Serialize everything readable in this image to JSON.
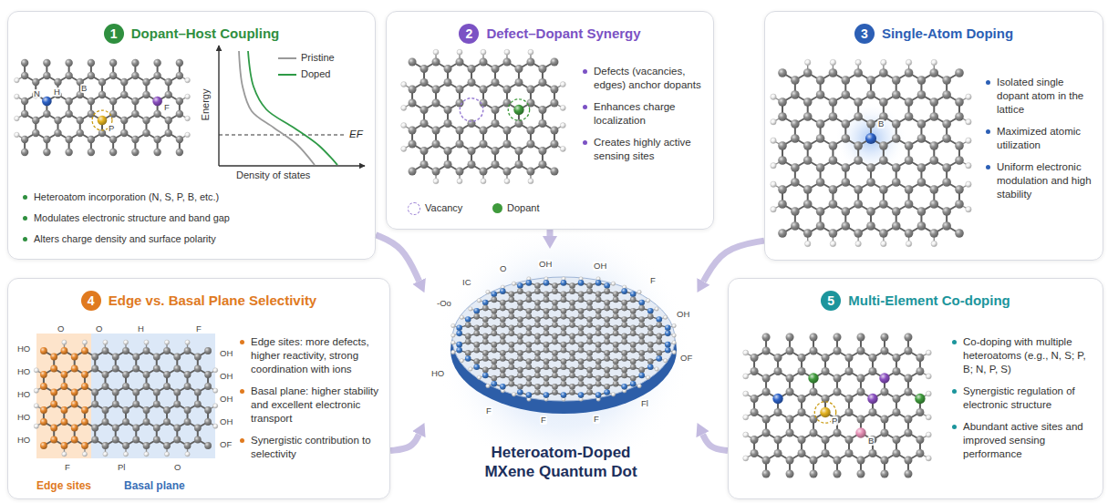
{
  "diagram": {
    "nodes": [
      {
        "text": [
          "1",
          "Dopant–Host Coupling",
          "Heteroatom incorporation (N, S, P, B, etc.)",
          "Modulates electronic structure and band gap",
          "Alters charge density and surface polarity"
        ]
      },
      {
        "text": [
          "2",
          "Defect–Dopant Synergy",
          "Defects (vacancies, edges) anchor dopants",
          "Enhances charge localization",
          "Creates highly active sensing sites"
        ]
      },
      {
        "text": [
          "3",
          "Single-Atom Doping",
          "Isolated single dopant atom in the lattice",
          "Maximized atomic utilization",
          "Uniform electronic modulation and high stability"
        ]
      },
      {
        "text": [
          "Heteroatom-Doped MXene Quantum Dot"
        ]
      },
      {
        "text": [
          "4",
          "Edge vs. Basal Plane Selectivity",
          "Edge sites: more defects, higher reactivity, strong coordination with ions",
          "Basal plane: higher stability and excellent electronic transport",
          "Synergistic contribution to selectivity"
        ]
      },
      {
        "text": [
          "5",
          "Multi-Element Co-doping",
          "Co-doping with multiple heteroatoms (e.g., N, S; P, B; N, P, S)",
          "Synergistic regulation of electronic structure",
          "Abundant active sites and improved sensing performance"
        ]
      }
    ],
    "edges": [
      {
        "from": 0,
        "to": 3,
        "arrow": "to"
      },
      {
        "from": 1,
        "to": 3,
        "arrow": "to"
      },
      {
        "from": 2,
        "to": 3,
        "arrow": "to"
      },
      {
        "from": 4,
        "to": 3,
        "arrow": "to"
      },
      {
        "from": 5,
        "to": 3,
        "arrow": "to"
      }
    ],
    "labels": [
      "N",
      "H",
      "B",
      "P",
      "F",
      "Energy",
      "Density of states",
      "EF",
      "B",
      "-Oo",
      "IC",
      "O",
      "OH",
      "OH",
      "F",
      "OH",
      "OF",
      "Fl",
      "F",
      "F",
      "F",
      "HO",
      "HO",
      "HO",
      "HO",
      "HO",
      "HO",
      "O",
      "O",
      "H",
      "F",
      "OH",
      "OH",
      "OH",
      "OH",
      "OF",
      "F",
      "Pl",
      "O",
      "Edge sites",
      "Basal plane",
      "P",
      "B"
    ],
    "legend": [
      {
        "text": "Pristine"
      },
      {
        "text": "Doped"
      },
      {
        "text": "Vacancy"
      },
      {
        "text": "Dopant",
        "color": "#3f9a3c"
      }
    ]
  }
}
